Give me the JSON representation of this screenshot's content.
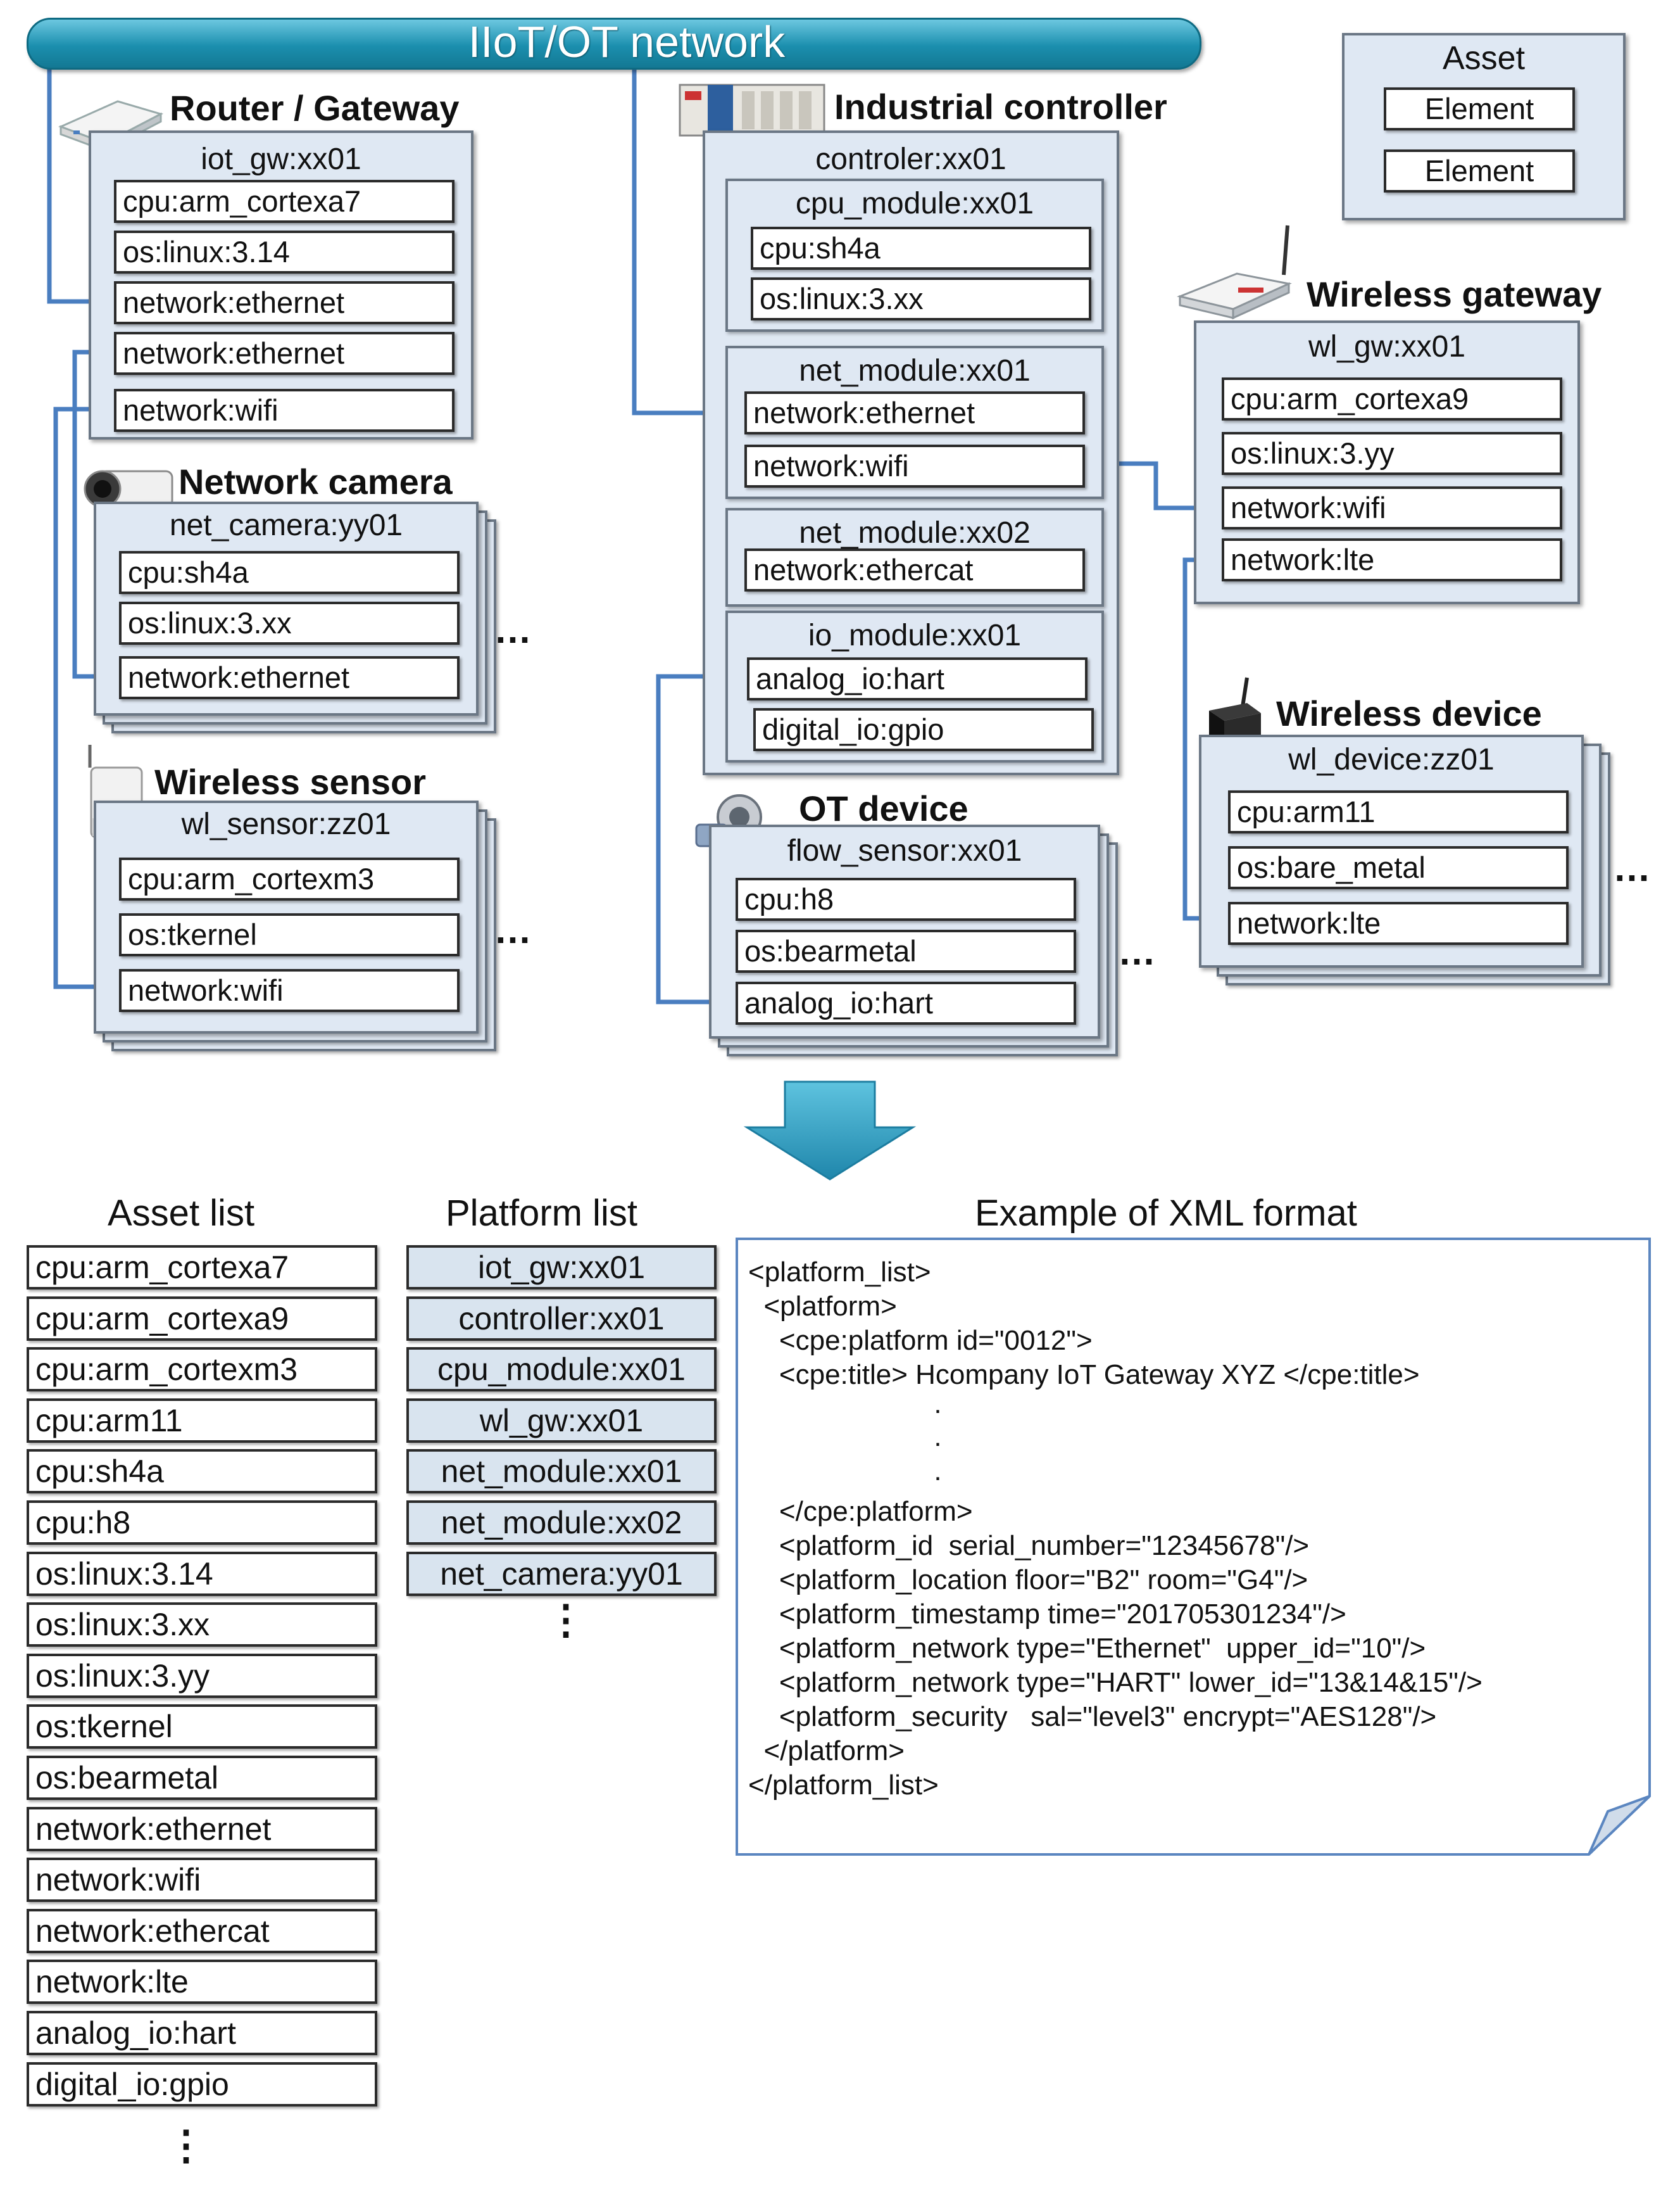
{
  "network_bar": {
    "label": "IIoT/OT network"
  },
  "legend": {
    "title": "Asset",
    "elements": [
      "Element",
      "Element"
    ]
  },
  "router": {
    "title": "Router / Gateway",
    "id": "iot_gw:xx01",
    "elements": [
      "cpu:arm_cortexa7",
      "os:linux:3.14",
      "network:ethernet",
      "network:ethernet",
      "network:wifi"
    ]
  },
  "camera": {
    "title": "Network camera",
    "id": "net_camera:yy01",
    "elements": [
      "cpu:sh4a",
      "os:linux:3.xx",
      "network:ethernet"
    ]
  },
  "sensor": {
    "title": "Wireless sensor",
    "id": "wl_sensor:zz01",
    "elements": [
      "cpu:arm_cortexm3",
      "os:tkernel",
      "network:wifi"
    ]
  },
  "controller": {
    "title": "Industrial controller",
    "id": "controler:xx01",
    "modules": [
      {
        "id": "cpu_module:xx01",
        "elements": [
          "cpu:sh4a",
          "os:linux:3.xx"
        ]
      },
      {
        "id": "net_module:xx01",
        "elements": [
          "network:ethernet",
          "network:wifi"
        ]
      },
      {
        "id": "net_module:xx02",
        "elements": [
          "network:ethercat"
        ]
      },
      {
        "id": "io_module:xx01",
        "elements": [
          "analog_io:hart",
          "digital_io:gpio"
        ]
      }
    ]
  },
  "ot_device": {
    "title": "OT device",
    "id": "flow_sensor:xx01",
    "elements": [
      "cpu:h8",
      "os:bearmetal",
      "analog_io:hart"
    ]
  },
  "wl_gateway": {
    "title": "Wireless gateway",
    "id": "wl_gw:xx01",
    "elements": [
      "cpu:arm_cortexa9",
      "os:linux:3.yy",
      "network:wifi",
      "network:lte"
    ]
  },
  "wl_device": {
    "title": "Wireless device",
    "id": "wl_device:zz01",
    "elements": [
      "cpu:arm11",
      "os:bare_metal",
      "network:lte"
    ]
  },
  "ellipsis": "…",
  "vertical_dots": "⋮",
  "asset_list": {
    "title": "Asset list",
    "items": [
      "cpu:arm_cortexa7",
      "cpu:arm_cortexa9",
      "cpu:arm_cortexm3",
      "cpu:arm11",
      "cpu:sh4a",
      "cpu:h8",
      "os:linux:3.14",
      "os:linux:3.xx",
      "os:linux:3.yy",
      "os:tkernel",
      "os:bearmetal",
      "network:ethernet",
      "network:wifi",
      "network:ethercat",
      "network:lte",
      "analog_io:hart",
      "digital_io:gpio"
    ]
  },
  "platform_list": {
    "title": "Platform list",
    "items": [
      "iot_gw:xx01",
      "controller:xx01",
      "cpu_module:xx01",
      "wl_gw:xx01",
      "net_module:xx01",
      "net_module:xx02",
      "net_camera:yy01"
    ]
  },
  "xml_example": {
    "title": "Example of XML format",
    "lines": [
      "<platform_list>",
      "  <platform>",
      "    <cpe:platform id=\"0012\">",
      "    <cpe:title> Hcompany IoT Gateway XYZ </cpe:title>",
      "                        .",
      "                        .",
      "                        .",
      "    </cpe:platform>",
      "    <platform_id  serial_number=\"12345678\"/>",
      "    <platform_location floor=\"B2\" room=\"G4\"/>",
      "    <platform_timestamp time=\"201705301234\"/>",
      "    <platform_network type=\"Ethernet\"  upper_id=\"10\"/>",
      "    <platform_network type=\"HART\" lower_id=\"13&14&15\"/>",
      "    <platform_security   sal=\"level3\" encrypt=\"AES128\"/>",
      "  </platform>",
      "</platform_list>"
    ]
  },
  "colors": {
    "connector": "#4a7ec0",
    "box_fill": "#dfe8f3",
    "network_bar": "#1b8fae",
    "arrow": "#2a9fc4"
  }
}
